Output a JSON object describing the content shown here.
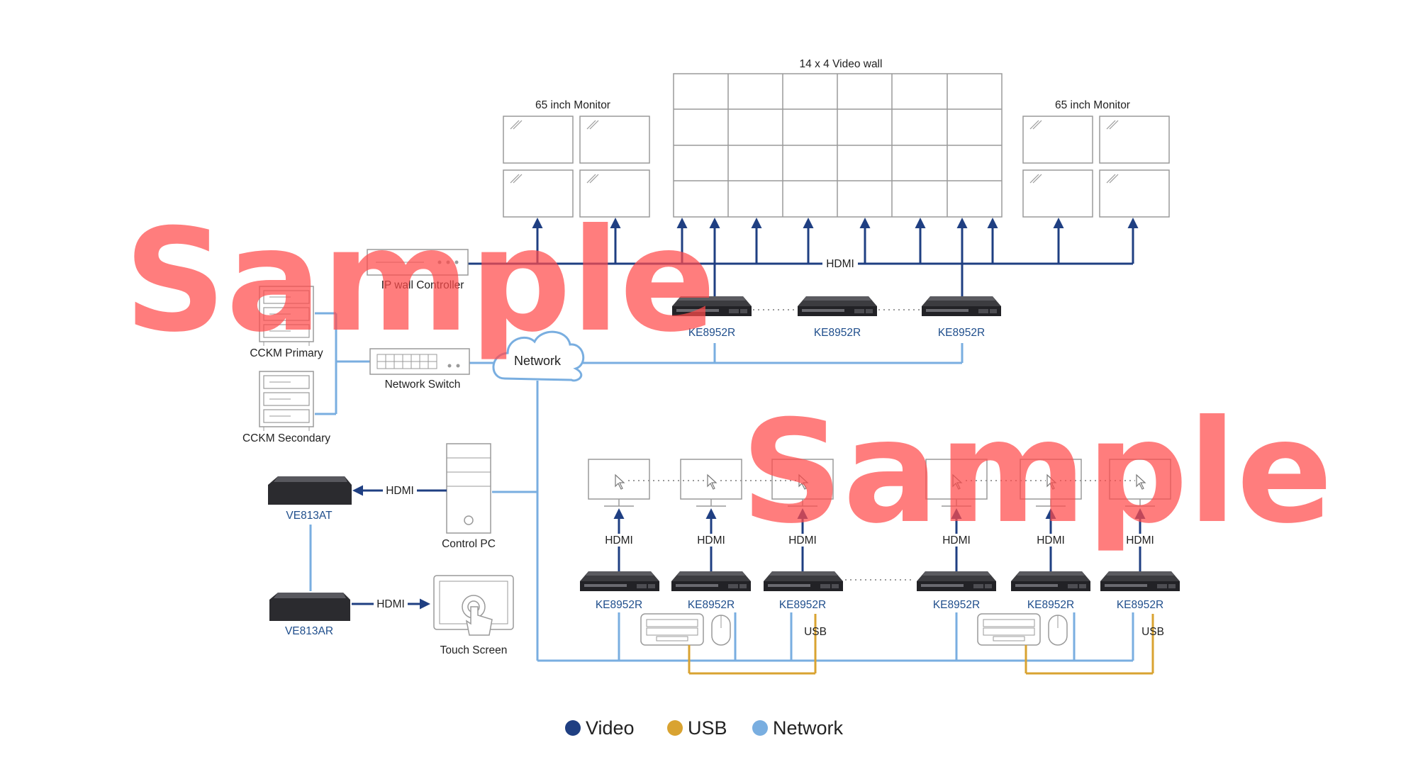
{
  "labels": {
    "video_wall": "14 x 4 Video wall",
    "monitor_left": "65 inch Monitor",
    "monitor_right": "65 inch Monitor",
    "hdmi": "HDMI",
    "ip_controller": "IP wall Controller",
    "cckm_primary": "CCKM Primary",
    "cckm_secondary": "CCKM Secondary",
    "network_switch": "Network Switch",
    "network": "Network",
    "control_pc": "Control PC",
    "touch_screen": "Touch Screen",
    "transmitter": "VE813AT",
    "receiver_ve": "VE813AR",
    "usb": "USB",
    "watermark": "Sample"
  },
  "receivers_top": [
    "KE8952R",
    "KE8952R",
    "KE8952R"
  ],
  "receivers_bottom": [
    "KE8952R",
    "KE8952R",
    "KE8952R",
    "KE8952R",
    "KE8952R",
    "KE8952R"
  ],
  "legend": [
    {
      "label": "Video",
      "color": "#1f3f82"
    },
    {
      "label": "USB",
      "color": "#d9a331"
    },
    {
      "label": "Network",
      "color": "#79aee0"
    }
  ]
}
